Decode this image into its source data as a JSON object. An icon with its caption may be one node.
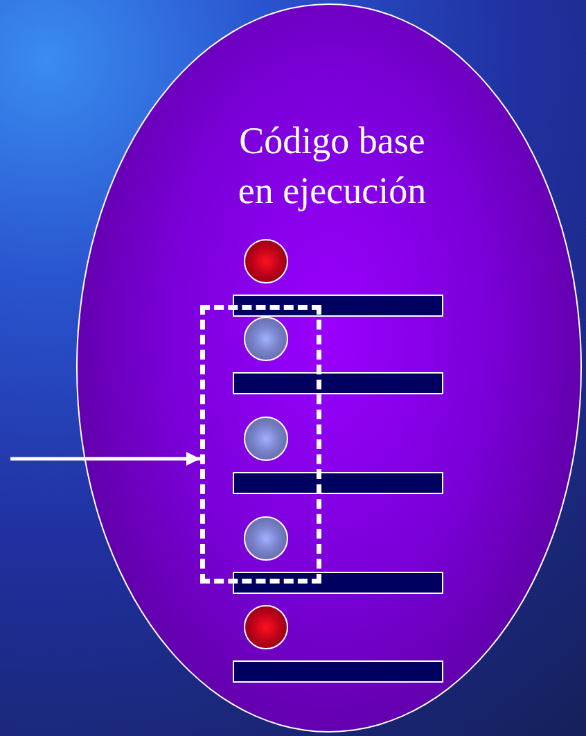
{
  "diagram": {
    "nodes": [
      {
        "text": [
          "Código base en ejecución"
        ]
      },
      {
        "text": [],
        "shape": "circle",
        "in": 0
      },
      {
        "text": [],
        "shape": "bar",
        "in": 0
      },
      {
        "text": [],
        "shape": "box",
        "in": 0
      },
      {
        "text": [],
        "shape": "circle",
        "in": 3
      },
      {
        "text": [],
        "shape": "bar",
        "in": 0
      },
      {
        "text": [],
        "shape": "circle",
        "in": 3
      },
      {
        "text": [],
        "shape": "bar",
        "in": 0
      },
      {
        "text": [],
        "shape": "circle",
        "in": 3
      },
      {
        "text": [],
        "shape": "bar",
        "in": 0
      },
      {
        "text": [],
        "shape": "circle",
        "in": 0
      },
      {
        "text": [],
        "shape": "bar",
        "in": 0
      }
    ],
    "edges": [
      {
        "from": null,
        "to": 3,
        "arrow": "to"
      }
    ]
  }
}
